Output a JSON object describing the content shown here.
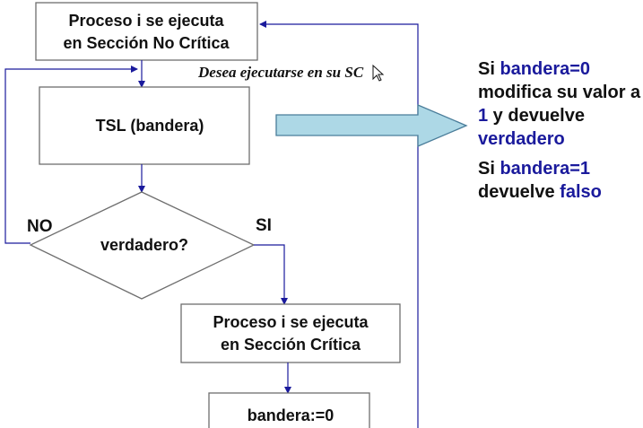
{
  "colors": {
    "line": "#1a1a9c",
    "box_border": "#6e6e6e",
    "arrow_fill": "#add8e6",
    "arrow_stroke": "#4a7d9a",
    "highlight": "#1a1a9c"
  },
  "flowchart": {
    "start_box": {
      "line1": "Proceso i se ejecuta",
      "line2": "en Sección No Crítica"
    },
    "request_label": "Desea ejecutarse en su SC",
    "tsl_box": "TSL (bandera)",
    "decision": "verdadero?",
    "no_label": "NO",
    "yes_label": "SI",
    "critical_box": {
      "line1": "Proceso i se ejecuta",
      "line2": "en Sección Crítica"
    },
    "reset_box": "bandera:=0"
  },
  "notes": {
    "note1": {
      "p1": "Si ",
      "h1": "bandera=0",
      "p2": " modifica su valor a ",
      "h2": "1",
      "p3": " y devuelve ",
      "h3": "verdadero"
    },
    "note2": {
      "p1": "Si ",
      "h1": "bandera=1",
      "p2": " devuelve ",
      "h2": "falso"
    }
  }
}
